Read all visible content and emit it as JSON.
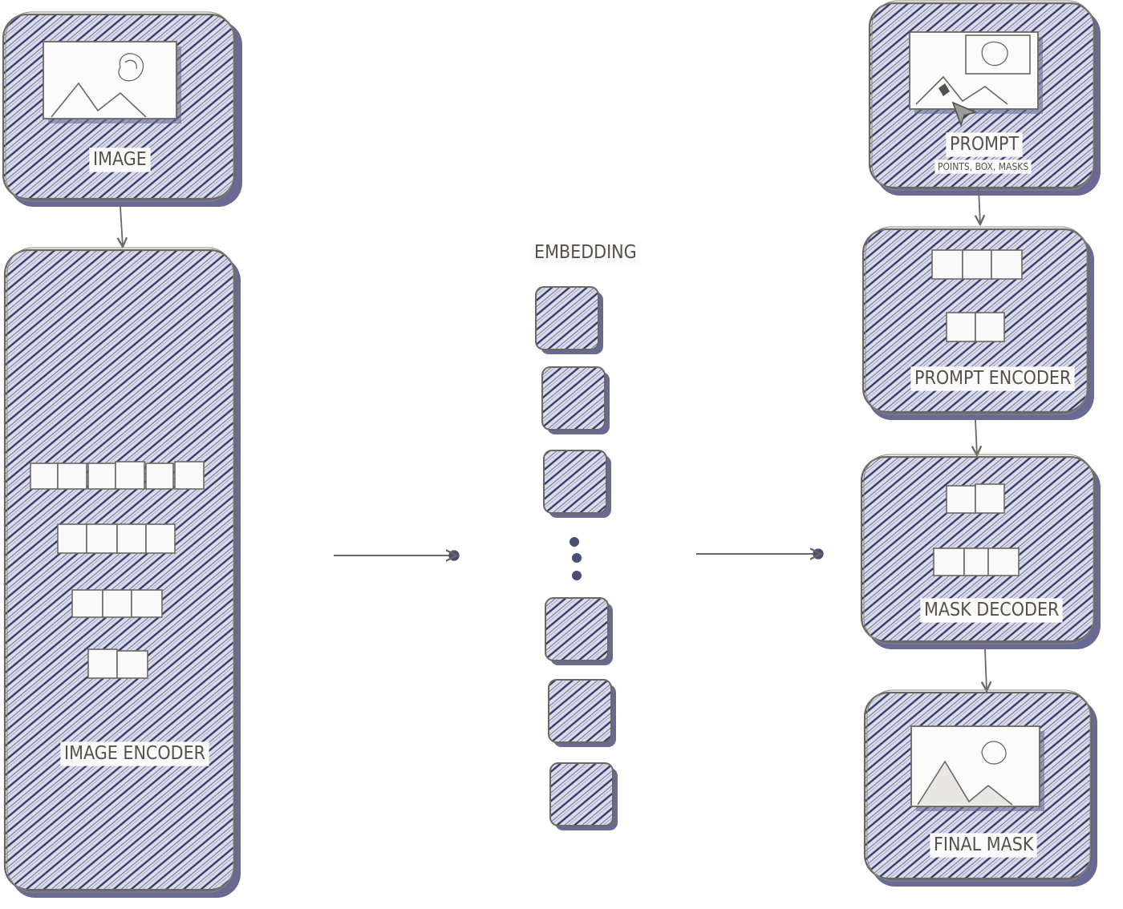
{
  "colors": {
    "hatch_fill": "#d9dae8",
    "hatch_line": "#3a3f6e",
    "outline": "#6b6862",
    "shadow": "#5c5e8c",
    "text": "#55504a",
    "token_fill": "#fafafa"
  },
  "labels": {
    "image": "IMAGE",
    "image_encoder": "IMAGE ENCODER",
    "embedding": "EMBEDDING",
    "prompt": "PROMPT",
    "prompt_sub": "POINTS, BOX, MASKS",
    "prompt_encoder": "PROMPT ENCODER",
    "mask_decoder": "MASK DECODER",
    "final_mask": "FINAL MASK"
  },
  "embedding_tiles_count": 6,
  "icons": [
    "image-placeholder-icon",
    "prompt-image-icon",
    "cursor-icon",
    "final-mask-image-icon",
    "vertical-ellipsis-icon"
  ]
}
